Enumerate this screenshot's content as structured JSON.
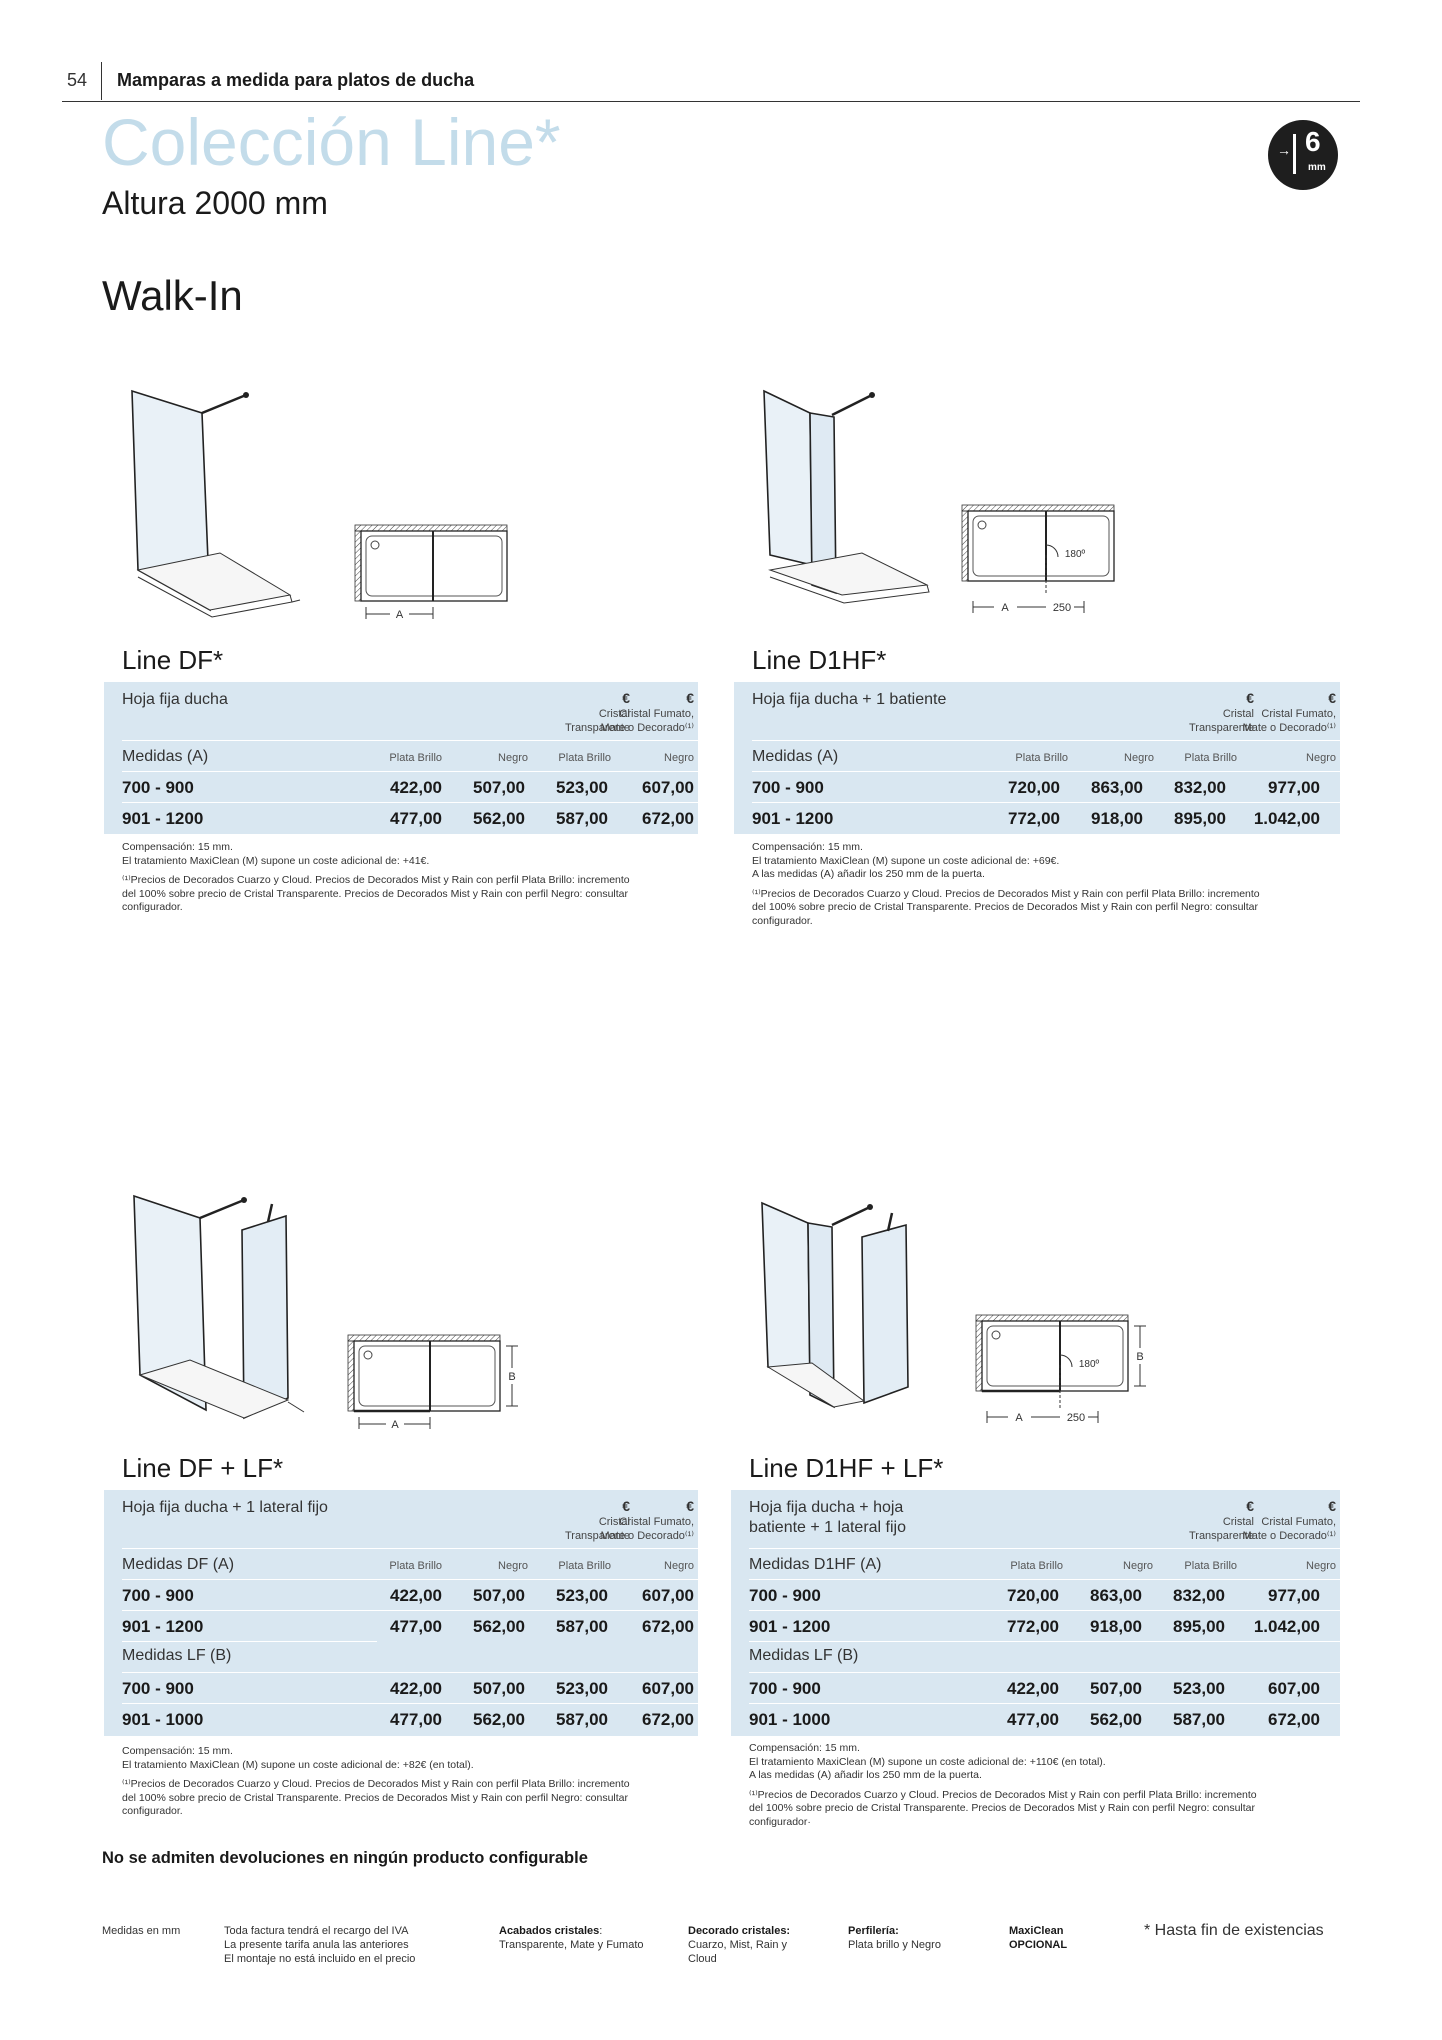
{
  "header": {
    "page_number": "54",
    "title": "Mamparas a medida para platos de ducha"
  },
  "collection_title": "Colección Line*",
  "subtitle": "Altura 2000 mm",
  "section_title": "Walk-In",
  "badge": {
    "value": "6",
    "unit": "mm"
  },
  "products": [
    {
      "name": "Line DF*",
      "description": "Hoja fija ducha",
      "col_group_1": {
        "currency": "€",
        "line1": "Cristal",
        "line2": "Transparente"
      },
      "col_group_2": {
        "currency": "€",
        "line1": "Cristal Fumato,",
        "line2": "Mate o Decorado⁽¹⁾"
      },
      "subheaders": [
        "Plata Brillo",
        "Negro",
        "Plata Brillo",
        "Negro"
      ],
      "measure_label": "Medidas (A)",
      "rows": [
        {
          "label": "700 - 900",
          "values": [
            "422,00",
            "507,00",
            "523,00",
            "607,00"
          ]
        },
        {
          "label": "901 - 1200",
          "values": [
            "477,00",
            "562,00",
            "587,00",
            "672,00"
          ]
        }
      ],
      "notes": [
        "Compensación: 15 mm.",
        "El tratamiento MaxiClean (M) supone un coste adicional de: +41€.",
        "",
        "⁽¹⁾Precios de Decorados Cuarzo y Cloud. Precios de Decorados Mist y Rain con perfil Plata Brillo: incremento",
        "del 100% sobre precio de Cristal Transparente. Precios de Decorados Mist y Rain con perfil Negro: consultar",
        "configurador."
      ],
      "diagram": {
        "dim_a": "A"
      }
    },
    {
      "name": "Line D1HF*",
      "description": "Hoja fija ducha + 1 batiente",
      "col_group_1": {
        "currency": "€",
        "line1": "Cristal",
        "line2": "Transparente"
      },
      "col_group_2": {
        "currency": "€",
        "line1": "Cristal Fumato,",
        "line2": "Mate o Decorado⁽¹⁾"
      },
      "subheaders": [
        "Plata Brillo",
        "Negro",
        "Plata Brillo",
        "Negro"
      ],
      "measure_label": "Medidas (A)",
      "rows": [
        {
          "label": "700 - 900",
          "values": [
            "720,00",
            "863,00",
            "832,00",
            "977,00"
          ]
        },
        {
          "label": "901 - 1200",
          "values": [
            "772,00",
            "918,00",
            "895,00",
            "1.042,00"
          ]
        }
      ],
      "notes": [
        "Compensación: 15 mm.",
        "El tratamiento MaxiClean (M) supone un coste adicional de: +69€.",
        "A las medidas (A) añadir los 250 mm de la puerta.",
        "",
        "⁽¹⁾Precios de Decorados Cuarzo y Cloud. Precios de Decorados Mist y Rain con perfil Plata Brillo: incremento",
        "del 100% sobre precio de Cristal Transparente. Precios de Decorados Mist y Rain con perfil Negro: consultar",
        "configurador."
      ],
      "diagram": {
        "dim_a": "A",
        "door": "250",
        "angle": "180º"
      }
    },
    {
      "name": "Line DF + LF*",
      "description": "Hoja fija ducha + 1 lateral fijo",
      "col_group_1": {
        "currency": "€",
        "line1": "Cristal",
        "line2": "Transparente"
      },
      "col_group_2": {
        "currency": "€",
        "line1": "Cristal Fumato,",
        "line2": "Mate o Decorado⁽¹⁾"
      },
      "subheaders": [
        "Plata Brillo",
        "Negro",
        "Plata Brillo",
        "Negro"
      ],
      "measure_label": "Medidas DF (A)",
      "rows": [
        {
          "label": "700 - 900",
          "values": [
            "422,00",
            "507,00",
            "523,00",
            "607,00"
          ]
        },
        {
          "label": "901 - 1200",
          "values": [
            "477,00",
            "562,00",
            "587,00",
            "672,00"
          ]
        }
      ],
      "measure_label_2": "Medidas LF (B)",
      "rows_2": [
        {
          "label": "700 - 900",
          "values": [
            "422,00",
            "507,00",
            "523,00",
            "607,00"
          ]
        },
        {
          "label": "901 - 1000",
          "values": [
            "477,00",
            "562,00",
            "587,00",
            "672,00"
          ]
        }
      ],
      "notes": [
        "Compensación: 15 mm.",
        "El tratamiento MaxiClean (M) supone un coste adicional de: +82€ (en total).",
        "",
        "⁽¹⁾Precios de Decorados Cuarzo y Cloud. Precios de Decorados Mist y Rain con perfil Plata Brillo: incremento",
        "del 100% sobre precio de Cristal Transparente. Precios de Decorados Mist y Rain con perfil Negro: consultar",
        "configurador."
      ],
      "diagram": {
        "dim_a": "A",
        "dim_b": "B"
      }
    },
    {
      "name": "Line D1HF + LF*",
      "description": "Hoja fija ducha + hoja",
      "description_2": "batiente + 1 lateral fijo",
      "col_group_1": {
        "currency": "€",
        "line1": "Cristal",
        "line2": "Transparente"
      },
      "col_group_2": {
        "currency": "€",
        "line1": "Cristal Fumato,",
        "line2": "Mate o Decorado⁽¹⁾"
      },
      "subheaders": [
        "Plata Brillo",
        "Negro",
        "Plata Brillo",
        "Negro"
      ],
      "measure_label": "Medidas D1HF (A)",
      "rows": [
        {
          "label": "700 - 900",
          "values": [
            "720,00",
            "863,00",
            "832,00",
            "977,00"
          ]
        },
        {
          "label": "901 - 1200",
          "values": [
            "772,00",
            "918,00",
            "895,00",
            "1.042,00"
          ]
        }
      ],
      "measure_label_2": "Medidas LF (B)",
      "rows_2": [
        {
          "label": "700 - 900",
          "values": [
            "422,00",
            "507,00",
            "523,00",
            "607,00"
          ]
        },
        {
          "label": "901 - 1000",
          "values": [
            "477,00",
            "562,00",
            "587,00",
            "672,00"
          ]
        }
      ],
      "notes": [
        "Compensación: 15 mm.",
        "El tratamiento MaxiClean (M) supone un coste adicional de: +110€ (en total).",
        "A las medidas (A) añadir los 250 mm de la puerta.",
        "",
        "⁽¹⁾Precios de Decorados Cuarzo y Cloud. Precios de Decorados Mist y Rain con perfil Plata Brillo: incremento",
        "del 100% sobre precio de Cristal Transparente. Precios de Decorados Mist y Rain con perfil Negro: consultar",
        "configurador·"
      ],
      "diagram": {
        "dim_a": "A",
        "dim_b": "B",
        "door": "250",
        "angle": "180º"
      }
    }
  ],
  "final_note": "No se admiten devoluciones en ningún producto configurable",
  "footer": {
    "col1": "Medidas en mm",
    "col2": [
      "Toda factura tendrá el recargo del IVA",
      "La presente tarifa anula las anteriores",
      "El montaje no está incluido en el precio"
    ],
    "col3_title": "Acabados cristales",
    "col3_title_suffix": ":",
    "col3": "Transparente, Mate y Fumato",
    "col4_title": "Decorado cristales:",
    "col4": [
      "Cuarzo, Mist, Rain y",
      "Cloud"
    ],
    "col5_title": "Perfilería:",
    "col5": "Plata brillo y Negro",
    "col6_title": "MaxiClean",
    "col6": "OPCIONAL",
    "right": "* Hasta fin de existencias"
  }
}
